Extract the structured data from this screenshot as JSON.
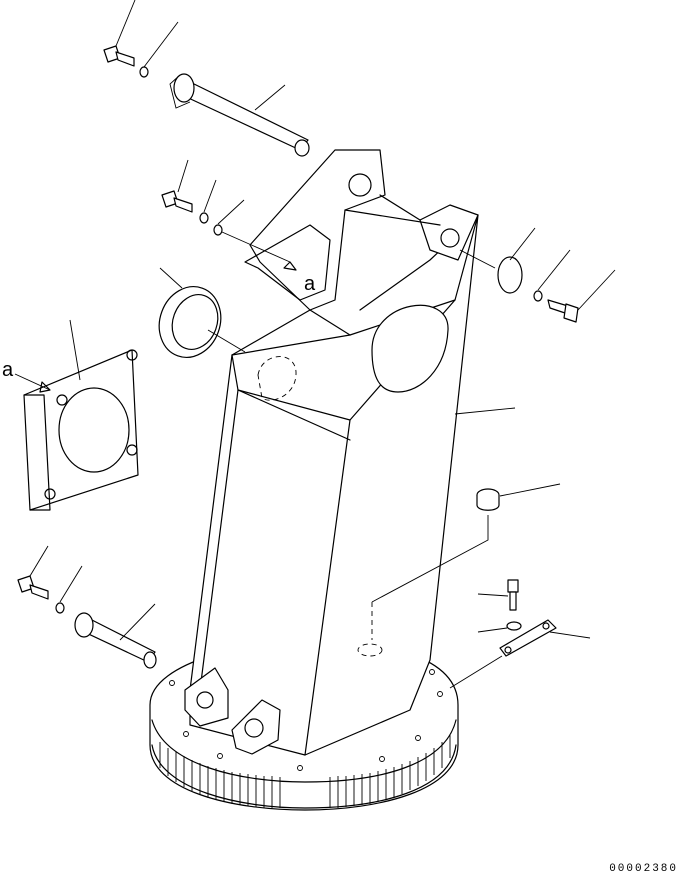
{
  "diagram": {
    "drawing_number": "00002380",
    "view_ref_letter": "a",
    "view_ref_arrow_label": "a"
  }
}
